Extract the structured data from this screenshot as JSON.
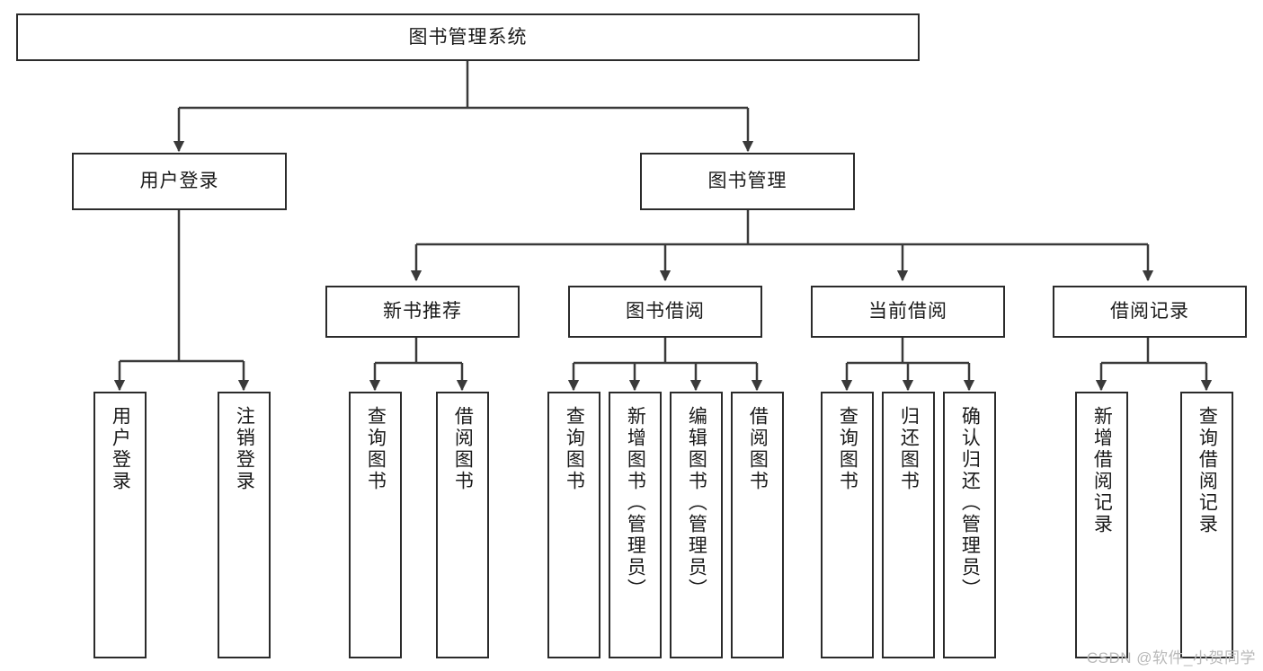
{
  "diagram": {
    "title": "图书管理系统",
    "watermark": "CSDN @软件_小贺同学",
    "colors": {
      "box_border": "#2b2b2b",
      "box_fill": "#ffffff",
      "connector": "#3a3a3a",
      "text": "#1a1a1a",
      "watermark": "#b9b9b9",
      "background": "#ffffff"
    },
    "nodes": {
      "root": {
        "label": "图书管理系统"
      },
      "level2": [
        {
          "label": "用户登录"
        },
        {
          "label": "图书管理"
        }
      ],
      "level3": [
        {
          "label": "新书推荐"
        },
        {
          "label": "图书借阅"
        },
        {
          "label": "当前借阅"
        },
        {
          "label": "借阅记录"
        }
      ],
      "leaves": {
        "user_login": [
          {
            "label": "用户登录"
          },
          {
            "label": "注销登录"
          }
        ],
        "new_book_recommend": [
          {
            "label": "查询图书"
          },
          {
            "label": "借阅图书"
          }
        ],
        "book_borrow": [
          {
            "label": "查询图书"
          },
          {
            "label": "新增图书（管理员）"
          },
          {
            "label": "编辑图书（管理员）"
          },
          {
            "label": "借阅图书"
          }
        ],
        "current_borrow": [
          {
            "label": "查询图书"
          },
          {
            "label": "归还图书"
          },
          {
            "label": "确认归还（管理员）"
          }
        ],
        "borrow_record": [
          {
            "label": "新增借阅记录"
          },
          {
            "label": "查询借阅记录"
          }
        ]
      }
    }
  }
}
